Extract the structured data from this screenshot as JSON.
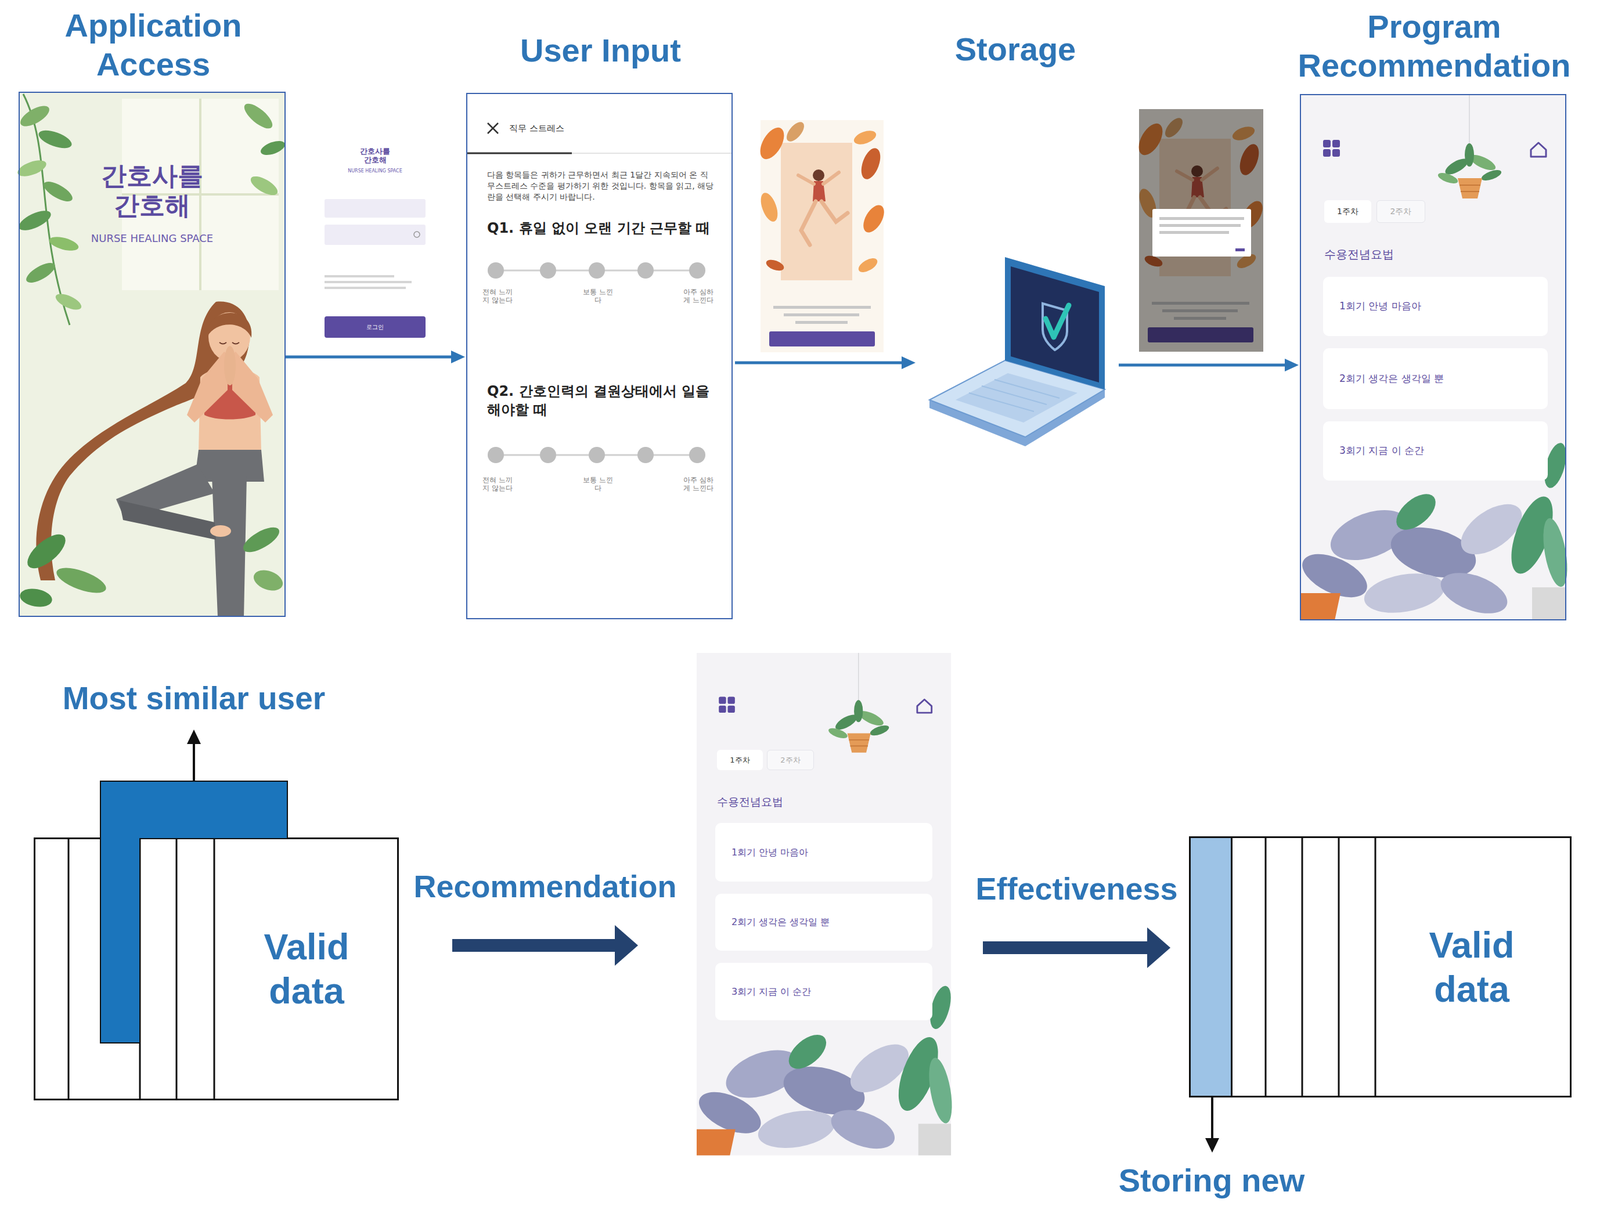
{
  "diagram": {
    "nodes": [
      {
        "text": [
          "Application Access",
          "간호사를 간호해",
          "NURSE HEALING SPACE"
        ]
      },
      {
        "text": [
          "간호사를 간호해",
          "NURSE HEALING SPACE",
          "로그인"
        ]
      },
      {
        "text": [
          "User Input",
          "직무 스트레스",
          "다음 항목들은 귀하가 근무하면서 최근 1달간 지속되어 온 직무스트레스 수준을 평가하기 위한 것입니다. 항목을 읽고, 해당란을 선택해 주시기 바랍니다.",
          "Q1. 휴일 없이 오랜 기간 근무할 때",
          "전혀 느끼지 않는다",
          "보통 느낀다",
          "아주 심하게 느낀다",
          "Q2. 간호인력의 결원상태에서 일을 해야할 때",
          "전혀 느끼지 않는다",
          "보통 느낀다",
          "아주 심하게 느낀다"
        ]
      },
      {
        "text": [
          "Storage"
        ]
      },
      {
        "text": [
          "Program Recommendation",
          "1주차",
          "2주차",
          "수용전념요법"
        ]
      },
      {
        "text": [
          "1회기 안녕 마음아"
        ],
        "in": 4
      },
      {
        "text": [
          "2회기 생각은 생각일 뿐"
        ],
        "in": 4
      },
      {
        "text": [
          "3회기 지금 이 순간"
        ],
        "in": 4
      },
      {
        "text": [
          "Valid data"
        ]
      },
      {
        "text": [
          "Most similar user"
        ]
      },
      {
        "text": [
          "1주차",
          "2주차",
          "수용전념요법"
        ]
      },
      {
        "text": [
          "1회기 안녕 마음아"
        ],
        "in": 10
      },
      {
        "text": [
          "2회기 생각은 생각일 뿐"
        ],
        "in": 10
      },
      {
        "text": [
          "3회기 지금 이 순간"
        ],
        "in": 10
      },
      {
        "text": [
          "Valid data"
        ]
      },
      {
        "text": [
          "Storing new"
        ],
        "in": 14
      }
    ],
    "edges": [
      {
        "from": 0,
        "to": 2,
        "arrow": "to"
      },
      {
        "from": 2,
        "to": 3,
        "arrow": "to"
      },
      {
        "from": 3,
        "to": 4,
        "arrow": "to"
      },
      {
        "from": 8,
        "to": 10,
        "label": "Recommendation",
        "arrow": "to"
      },
      {
        "from": 10,
        "to": 14,
        "label": "Effectiveness",
        "arrow": "to"
      }
    ]
  }
}
